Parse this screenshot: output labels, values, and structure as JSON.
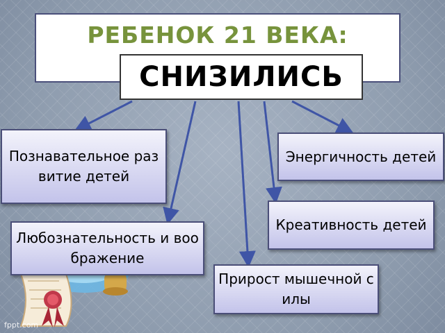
{
  "slide": {
    "title": "РЕБЕНОК 21 ВЕКА:",
    "center_label": "СНИЗИЛИСЬ",
    "title_color": "#77933c"
  },
  "nodes": [
    {
      "label": "Познавательное развитие детей"
    },
    {
      "label": "Энергичность детей"
    },
    {
      "label": "Креативность детей"
    },
    {
      "label": "Любознательность и воображение"
    },
    {
      "label": "Прирост мышечной силы"
    }
  ],
  "colors": {
    "arrow": "#3f55a6",
    "node_border": "#4a4e78",
    "node_fill_top": "#f3f3fb",
    "node_fill_bottom": "#c3c3ea"
  },
  "decorations": {
    "icons": [
      "diploma-scroll-icon",
      "graduation-cap-icon"
    ]
  },
  "watermark": "fppt.com"
}
